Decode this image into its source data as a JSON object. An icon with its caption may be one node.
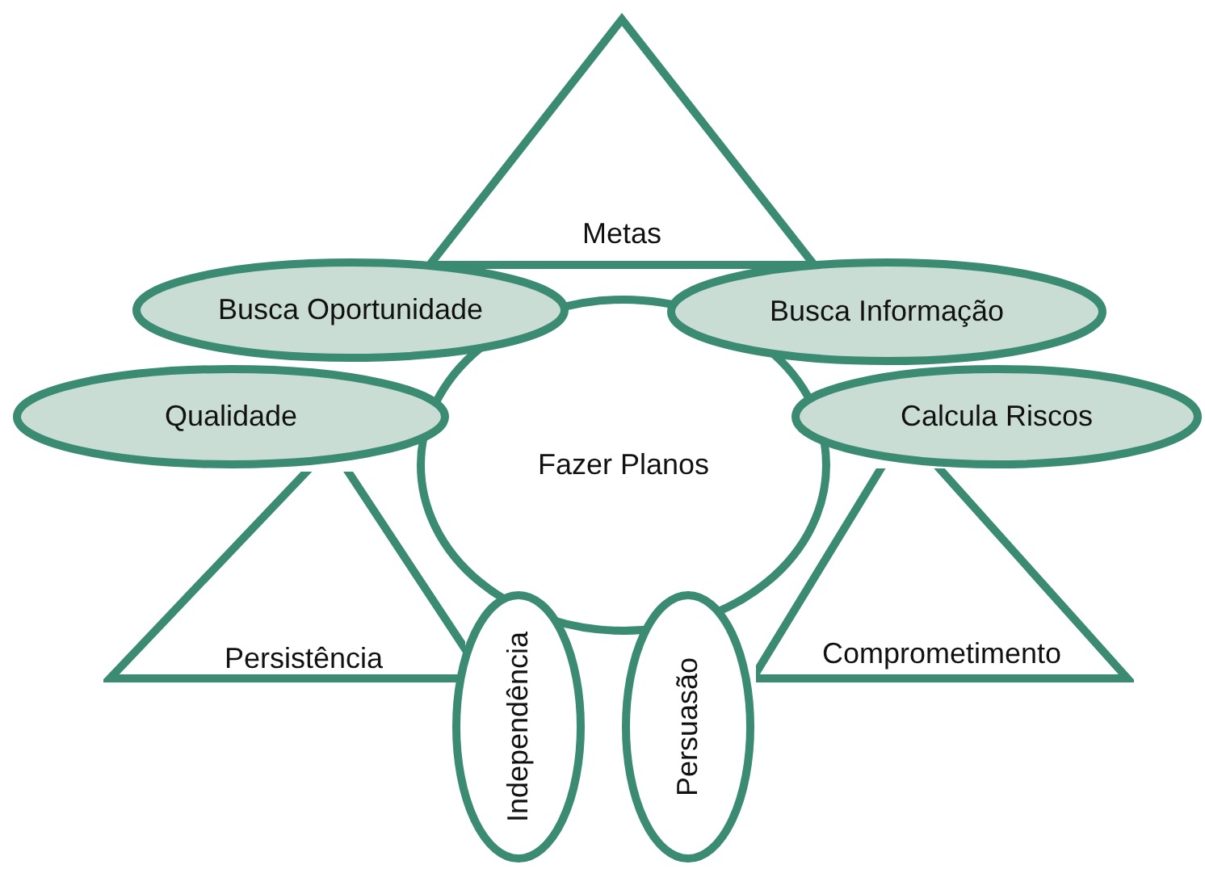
{
  "diagram": {
    "nodes": [
      {
        "text": [
          "Metas"
        ]
      },
      {
        "text": [
          "Busca Oportunidade"
        ]
      },
      {
        "text": [
          "Busca Informação"
        ]
      },
      {
        "text": [
          "Qualidade"
        ]
      },
      {
        "text": [
          "Fazer Planos"
        ]
      },
      {
        "text": [
          "Calcula Riscos"
        ]
      },
      {
        "text": [
          "Persistência"
        ]
      },
      {
        "text": [
          "Comprometimento"
        ]
      },
      {
        "text": [
          "Independência"
        ]
      },
      {
        "text": [
          "Persuasão"
        ]
      }
    ]
  }
}
